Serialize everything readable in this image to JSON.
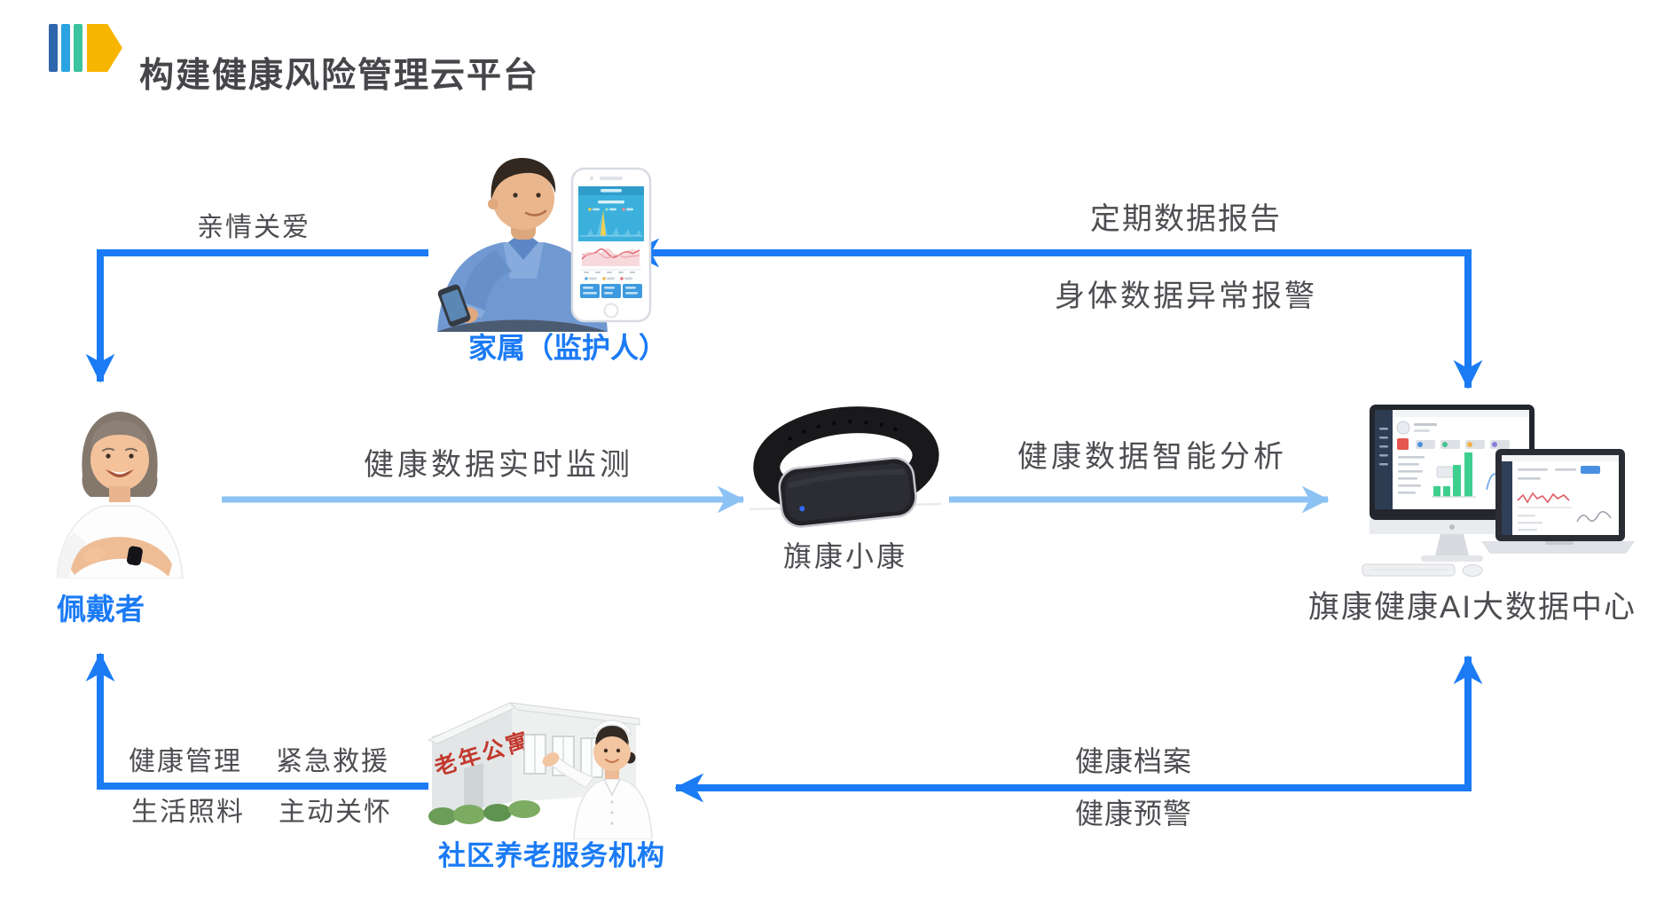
{
  "header": {
    "title": "构建健康风险管理云平台"
  },
  "palette": {
    "arrow_blue": "#1b7bf5",
    "arrow_light_blue": "#8cc2f4",
    "label_blue": "#1b7bf5",
    "text_gray": "#4d4d52",
    "logo_bar_colors": [
      "#2e66ae",
      "#2ba3e3",
      "#3cc49e"
    ],
    "logo_arrow_color": "#f7b500",
    "building_sign_red": "#c2392e"
  },
  "nodes": {
    "family": {
      "label": "家属（监护人）"
    },
    "wearer": {
      "label": "佩戴者"
    },
    "band": {
      "label": "旗康小康"
    },
    "datacenter": {
      "label": "旗康健康AI大数据中心"
    },
    "careorg": {
      "label": "社区养老服务机构",
      "building_sign": "老年公寓"
    }
  },
  "edges": {
    "family_care": {
      "label": "亲情关爱"
    },
    "report": {
      "line1": "定期数据报告",
      "line2": "身体数据异常报警"
    },
    "monitor": {
      "label": "健康数据实时监测"
    },
    "analysis": {
      "label": "健康数据智能分析"
    },
    "services": {
      "above": [
        "健康管理",
        "紧急救援"
      ],
      "below": [
        "生活照料",
        "主动关怀"
      ]
    },
    "records": {
      "above": "健康档案",
      "below": "健康预警"
    }
  }
}
